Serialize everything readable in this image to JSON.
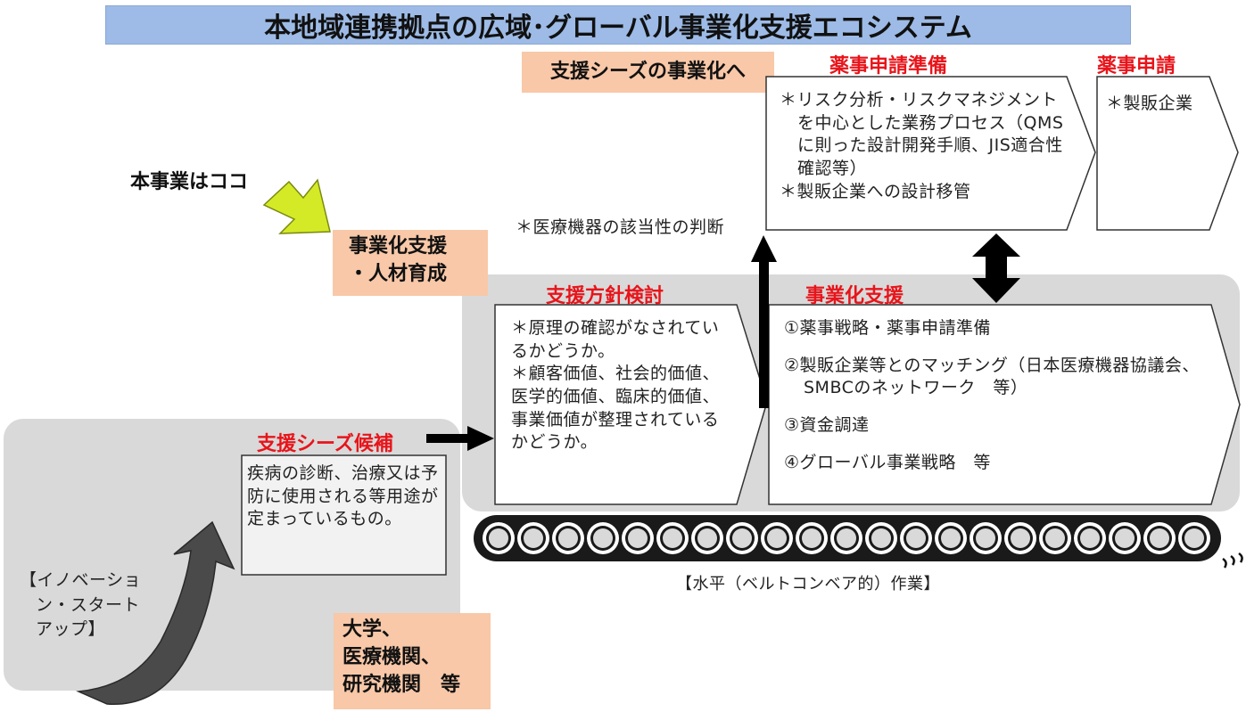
{
  "title": "本地域連携拠点の広域･グローバル事業化支援エコシステム",
  "seeds_label": "支援シーズの事業化へ",
  "here_label": "本事業はココ",
  "support_box": [
    "事業化支援",
    "・人材育成"
  ],
  "university_box": [
    "大学、",
    "医療機関、",
    "研究機関　等"
  ],
  "innovation_label": [
    "【イノベーショ",
    "ン・スタート",
    "アップ】"
  ],
  "candidate": {
    "label": "支援シーズ候補",
    "text": "疾病の診断、治療又は予防に使用される等用途が定まっているもの。"
  },
  "policy": {
    "label": "支援方針検討",
    "items": [
      "＊原理の確認がなされているかどうか。",
      "＊顧客価値、社会的価値、医学的価値、臨床的価値、事業価値が整理されているかどうか。"
    ]
  },
  "commercial": {
    "label": "事業化支援",
    "items": [
      "①薬事戦略・薬事申請準備",
      "②製販企業等とのマッチング（日本医療機器協議会、SMBCのネットワーク　等）",
      "③資金調達",
      "④グローバル事業戦略　等"
    ]
  },
  "device_judgement": "＊医療機器の該当性の判断",
  "prep": {
    "label": "薬事申請準備",
    "items": [
      "＊リスク分析・リスクマネジメントを中心とした業務プロセス（QMSに則った設計開発手順、JIS適合性確認等）",
      "＊製販企業への設計移管"
    ]
  },
  "application": {
    "label": "薬事申請",
    "text": "＊製販企業"
  },
  "conveyor_label": "【水平（ベルトコンベア的）作業】",
  "colors": {
    "title_bg": "#9dbbe6",
    "orange": "#f8c8a8",
    "red": "#e8141a",
    "gray_panel": "#d9d9d9",
    "arrow_yellow": "#d4ea26"
  }
}
